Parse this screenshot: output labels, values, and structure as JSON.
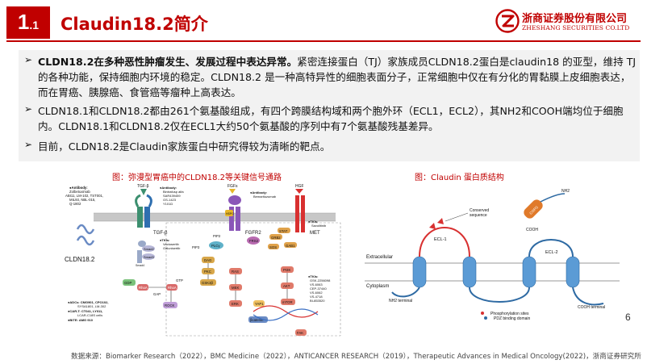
{
  "header": {
    "section_number": "1",
    "section_sub": ".1",
    "title": "Claudin18.2简介",
    "company_cn": "浙商证券股份有限公司",
    "company_en": "ZHESHANG SECURITIES CO.LTD"
  },
  "bullets": [
    {
      "marker": "➢",
      "lead": "CLDN18.2在多种恶性肿瘤发生、发展过程中表达异常。",
      "text": "紧密连接蛋白（TJ）家族成员CLDN18.2蛋白是claudin18 的亚型，维持 TJ的各种功能，保持细胞内环境的稳定。CLDN18.2 是一种高特异性的细胞表面分子，正常细胞中仅在有分化的胃黏膜上皮细胞表达，而在胃癌、胰腺癌、食管癌等瘤种上高表达。"
    },
    {
      "marker": "➢",
      "lead": "",
      "text": "CLDN18.1和CLDN18.2都由261个氨基酸组成，有四个跨膜结构域和两个胞外环（ECL1，ECL2），其NH2和COOH端均位于细胞内。CLDN18.1和CLDN18.2仅在ECL1大约50个氨基酸的序列中有7个氨基酸残基差异。"
    },
    {
      "marker": "➢",
      "lead": "",
      "text": "目前，CLDN18.2是Claudin家族蛋白中研究得较为清晰的靶点。"
    }
  ],
  "figure1": {
    "title": "图：弥漫型胃癌中的CLDN18.2等关键信号通路",
    "receptors": [
      "TGF-β",
      "FGFs",
      "HGF",
      "CLDN18.2",
      "TGF-β",
      "FGFR2",
      "MET"
    ],
    "antibody_left": [
      "●Antibody:",
      "Zolbetuximab",
      "ABI11, LM-102, TST001,",
      "MIL93, NBL-015,",
      "Q-1802"
    ],
    "antibody_tgf": [
      "●Antibody:",
      "Bintrafusp alfa",
      "SAR439459",
      "GS-1423",
      "Y101D"
    ],
    "antibody_fgf": [
      "●Antibody:",
      "Bemarituzumab"
    ],
    "tki_tgf": [
      "●TKIs:",
      "Vactosertib",
      "Galunisertib"
    ],
    "tki_met": [
      "●TKIs:",
      "Savolitinib"
    ],
    "tki_bottom": [
      "●TKIs:",
      "GSK-2256098",
      "VS-6063",
      "CEP-37440",
      "VS-6062",
      "VS-4718",
      "BI-853520"
    ],
    "adc_list": [
      "●ADCs: CMG901, CPO102,",
      "SYSA1801, LM-302",
      "●CAR-T: CT041, LY011,",
      "LCAR-C18S cells",
      "●BiTE: AMG 910"
    ],
    "nodes": [
      "PI3K",
      "PIP2",
      "PIP3",
      "PLCγ",
      "DAG",
      "PKC",
      "GSK3β",
      "FRS2",
      "GRB2",
      "SOS",
      "GAB1",
      "STAT",
      "RAS",
      "MEK",
      "ERK",
      "PI3K",
      "AKT",
      "mTOR",
      "YAP1",
      "βcatenin",
      "FAK",
      "Smad2",
      "Smad3",
      "Smad4",
      "GDP",
      "RhoA",
      "GTP",
      "RhoA",
      "GAP",
      "ROCK"
    ]
  },
  "figure2": {
    "title": "图：Claudin 蛋白质结构",
    "labels": {
      "extracellular": "Extracellular",
      "cytoplasm": "Cytoplasm",
      "ecl1": "ECL-1",
      "ecl2": "ECL-2",
      "conserved": "Conserved\nsequence",
      "nh2_top": "NH2",
      "cooh_top": "COOH",
      "cops": "COPS",
      "nh2_terminal": "NH2 terminal",
      "cooh_terminal": "COOH terminal",
      "phospho": "Phosphorylation sites",
      "pdz": "PDZ binding domain"
    }
  },
  "page_number": "6",
  "source": "数据来源：Biomarker Research（2022），BMC Medicine（2022），ANTICANCER RESEARCH（2019），Therapeutic Advances in Medical Oncology(2022)，浙商证券研究所"
}
